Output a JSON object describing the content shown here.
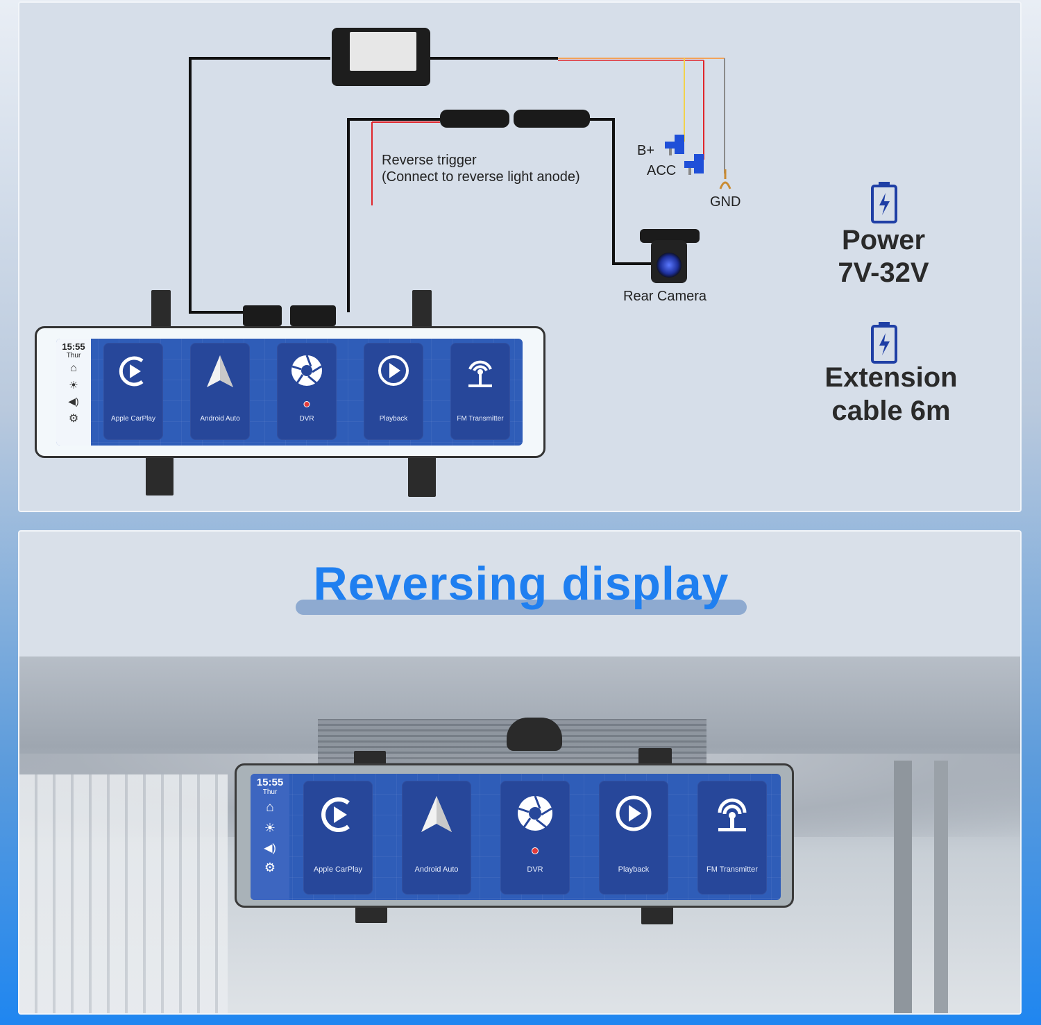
{
  "wiring": {
    "reverse_trigger": "Reverse trigger",
    "reverse_trigger_note": "(Connect to reverse light anode)",
    "b_plus": "B+",
    "acc": "ACC",
    "gnd": "GND",
    "rear_camera": "Rear Camera"
  },
  "specs": {
    "power_title": "Power",
    "power_value": "7V-32V",
    "cable_title": "Extension",
    "cable_value": "cable 6m"
  },
  "headline": "Reversing display",
  "device": {
    "time": "15:55",
    "day": "Thur",
    "apps": [
      {
        "label": "Apple CarPlay",
        "icon": "carplay-icon"
      },
      {
        "label": "Android Auto",
        "icon": "android-auto-icon"
      },
      {
        "label": "DVR",
        "icon": "camera-shutter-icon"
      },
      {
        "label": "Playback",
        "icon": "play-icon"
      },
      {
        "label": "FM Transmitter",
        "icon": "fm-antenna-icon"
      }
    ],
    "sidebar_icons": [
      "home-icon",
      "brightness-icon",
      "volume-icon",
      "settings-icon"
    ]
  },
  "colors": {
    "accent_blue": "#1f7ff0",
    "screen_blue": "#2f5db8",
    "tile_blue": "#27479a",
    "wire_red": "#e0242a",
    "wire_yellow": "#f2d24b",
    "wire_orange": "#f3a45a",
    "fuse_tap_blue": "#1f4fd8"
  }
}
